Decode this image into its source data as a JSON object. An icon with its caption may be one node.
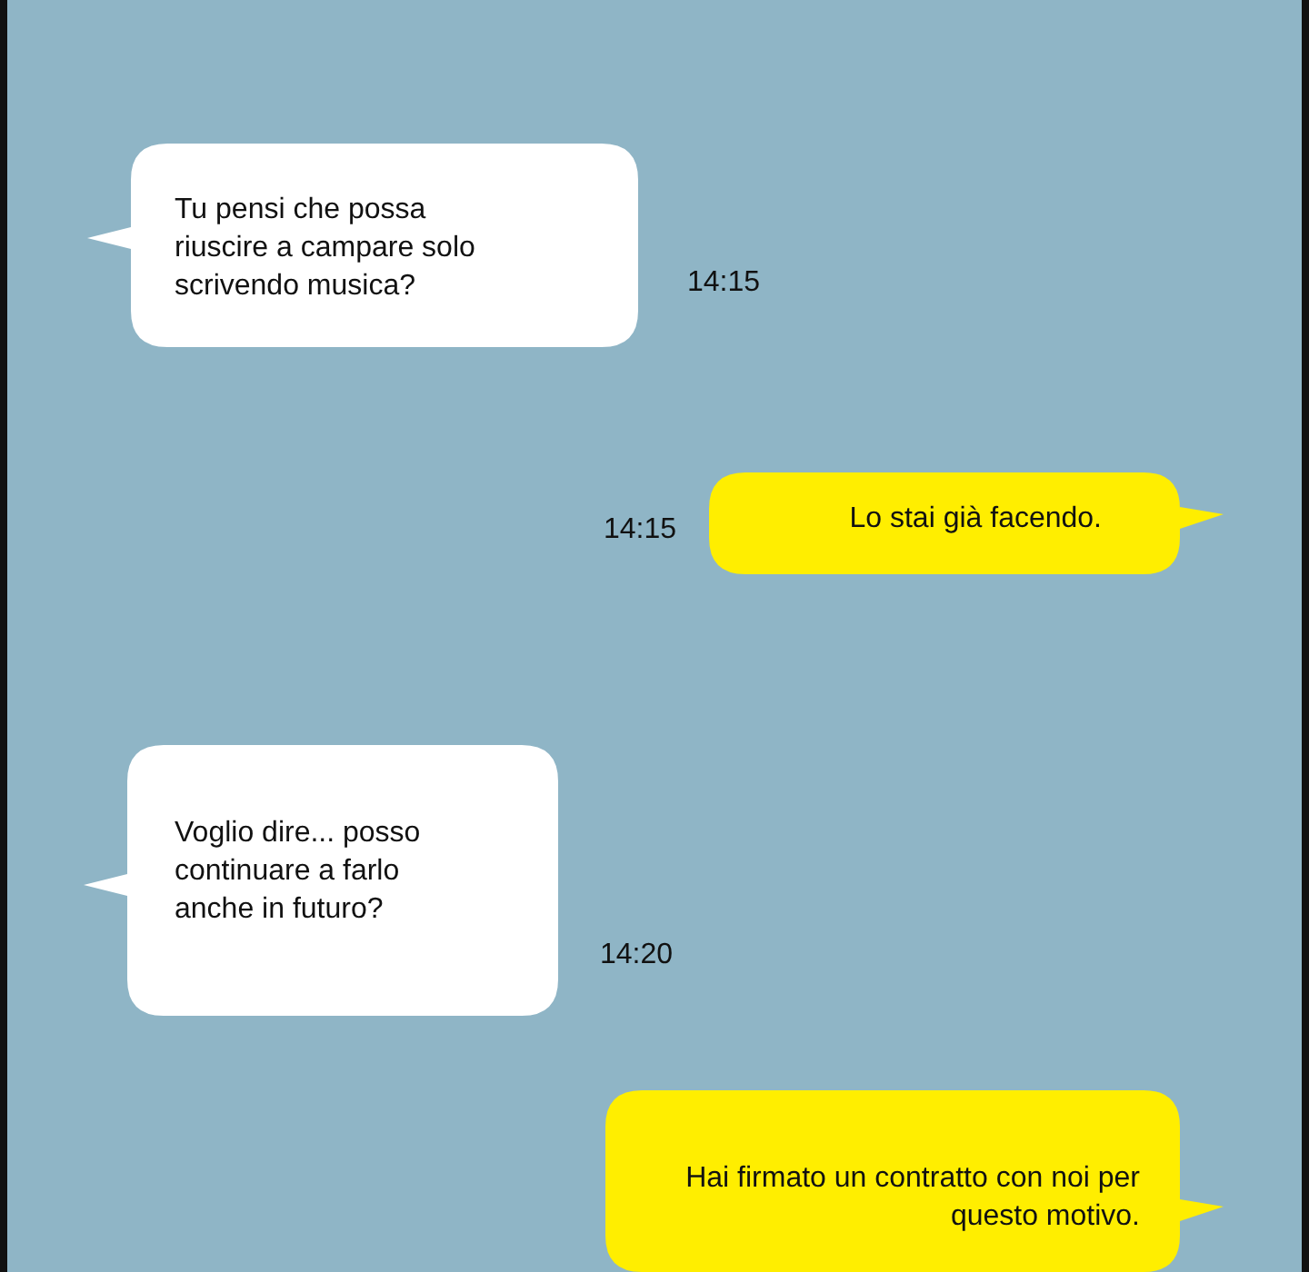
{
  "diagram": {
    "nodes": [
      {
        "text": [
          "Tu pensi che possa riuscire a campare solo scrivendo musica?"
        ],
        "beside": [
          "14:15"
        ]
      },
      {
        "text": [
          "Lo stai già facendo."
        ],
        "beside": [
          "14:15"
        ]
      },
      {
        "text": [
          "Voglio dire... posso continuare a farlo anche in futuro?"
        ],
        "beside": [
          "14:20"
        ]
      },
      {
        "text": [
          "Hai firmato un contratto con noi per questo motivo."
        ]
      }
    ]
  }
}
